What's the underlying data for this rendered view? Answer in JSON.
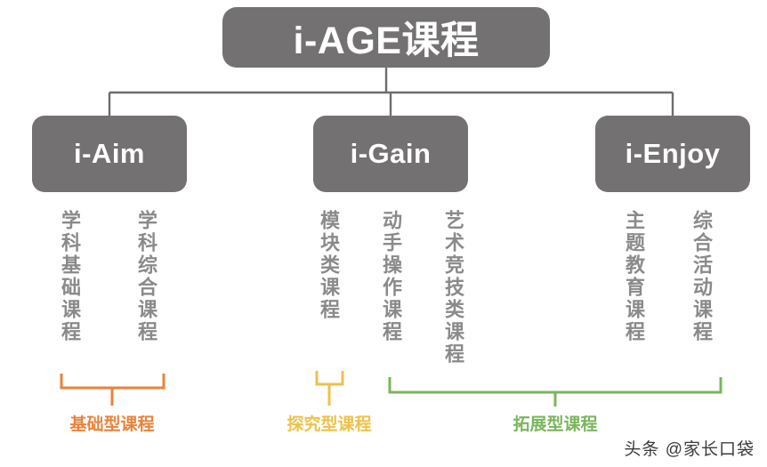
{
  "diagram": {
    "root": {
      "label": "i-AGE课程"
    },
    "branches": [
      {
        "id": "aim",
        "label": "i-Aim"
      },
      {
        "id": "gain",
        "label": "i-Gain"
      },
      {
        "id": "enjoy",
        "label": "i-Enjoy"
      }
    ],
    "courses": [
      {
        "id": "c1",
        "label": "学科基础课程",
        "parent": "i-Aim",
        "group": "基础型课程"
      },
      {
        "id": "c2",
        "label": "学科综合课程",
        "parent": "i-Aim",
        "group": "基础型课程"
      },
      {
        "id": "c3",
        "label": "模块类课程",
        "parent": "i-Gain",
        "group": "探究型课程"
      },
      {
        "id": "c4",
        "label": "动手操作课程",
        "parent": "i-Gain",
        "group": "拓展型课程"
      },
      {
        "id": "c5",
        "label": "艺术竞技类课程",
        "parent": "i-Gain",
        "group": "拓展型课程"
      },
      {
        "id": "c6",
        "label": "主题教育课程",
        "parent": "i-Enjoy",
        "group": "拓展型课程"
      },
      {
        "id": "c7",
        "label": "综合活动课程",
        "parent": "i-Enjoy",
        "group": "拓展型课程"
      }
    ],
    "groups": [
      {
        "id": "basic",
        "label": "基础型课程",
        "color": "#E8833A"
      },
      {
        "id": "inquiry",
        "label": "探究型课程",
        "color": "#EFC14A"
      },
      {
        "id": "expand",
        "label": "拓展型课程",
        "color": "#79B65B"
      }
    ],
    "colors": {
      "box_fill": "#737171",
      "box_text": "#ffffff",
      "course_text": "#8a8a8a",
      "connector": "#6e6c6c",
      "background": "#ffffff"
    }
  },
  "watermark": {
    "text": "头条 @家长口袋"
  }
}
